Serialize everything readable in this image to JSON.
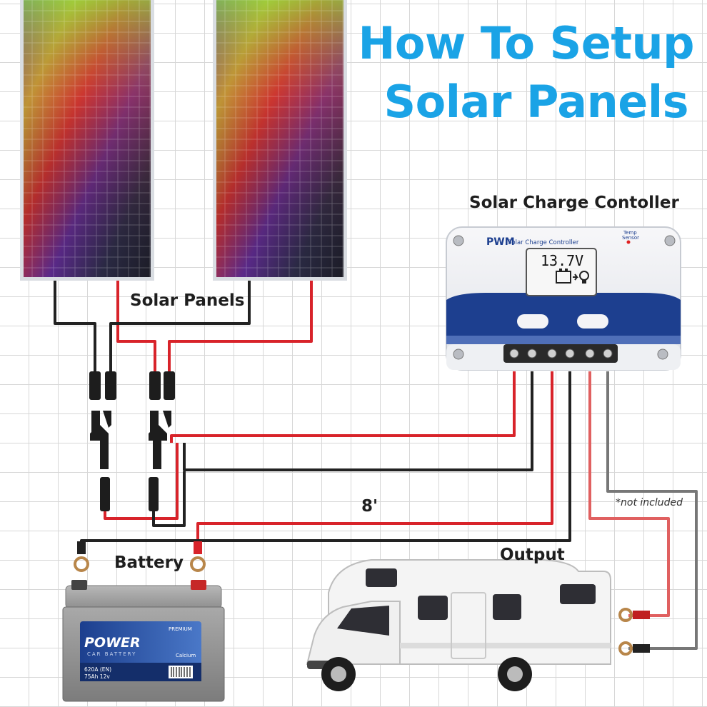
{
  "title": {
    "line1": "How To Setup",
    "line2": "Solar Panels"
  },
  "labels": {
    "solar_panels": "Solar Panels",
    "controller": "Solar Charge Contoller",
    "battery": "Battery",
    "output": "Output",
    "wire_length": "8'",
    "note": "*not included"
  },
  "controller": {
    "brand": "PWM",
    "name": "Solar Charge Controller",
    "temp_sensor_line1": "Temp",
    "temp_sensor_line2": "Sensor",
    "display_voltage": "13.7V"
  },
  "battery": {
    "brand": "POWER",
    "sub_brand": "CAR BATTERY",
    "badge": "PREMIUM",
    "type": "Calcium",
    "spec_line1": "620A   (EN)",
    "spec_line2": "75Ah   12v"
  },
  "colors": {
    "title": "#1aa3e6",
    "wire_red": "#d8232a",
    "wire_black": "#222222",
    "wire_red_light": "#e06060",
    "wire_gray": "#777777",
    "controller_blue": "#1d3f8f"
  }
}
